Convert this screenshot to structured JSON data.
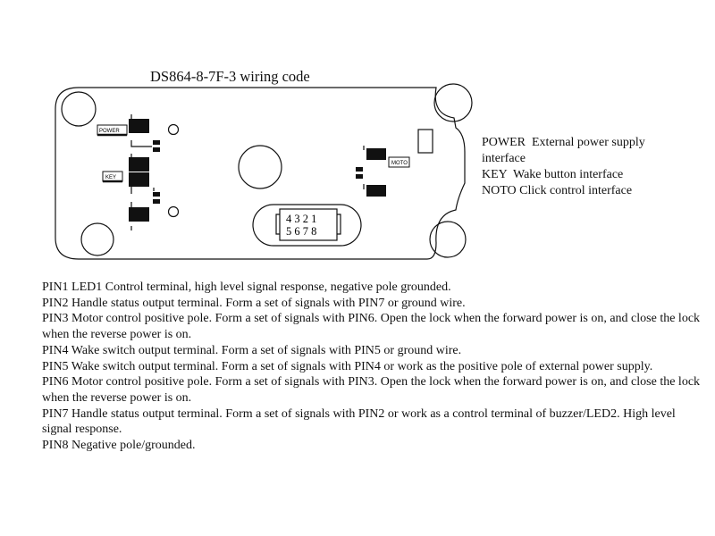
{
  "title": "DS864-8-7F-3 wiring code",
  "board_labels": {
    "power": "POWER",
    "key": "KEY",
    "moto": "MOTO"
  },
  "connector": {
    "top_row": "4 3 2 1",
    "bottom_row": "5 6 7 8"
  },
  "legend": [
    "POWER  External power supply",
    "interface",
    "KEY  Wake button interface",
    "NOTO Click control interface"
  ],
  "pin_descriptions": [
    "PIN1 LED1 Control terminal, high level signal response, negative pole grounded.",
    "PIN2 Handle status output terminal. Form a set of signals with PIN7 or ground wire.",
    "PIN3 Motor control positive pole. Form a set of signals with PIN6. Open the lock when the forward power is on, and close the lock when the reverse power is on.",
    "PIN4 Wake switch output terminal. Form a set of signals with PIN5 or ground wire.",
    "PIN5 Wake switch output terminal. Form a set of signals with PIN4 or work as the positive pole of external power supply.",
    "PIN6 Motor control positive pole. Form a set of signals with PIN3. Open the lock when the forward power is on, and close the lock when the reverse power is on.",
    "PIN7 Handle status output terminal. Form a set of signals with PIN2 or work as a control terminal of buzzer/LED2. High level signal response.",
    "PIN8 Negative pole/grounded."
  ]
}
